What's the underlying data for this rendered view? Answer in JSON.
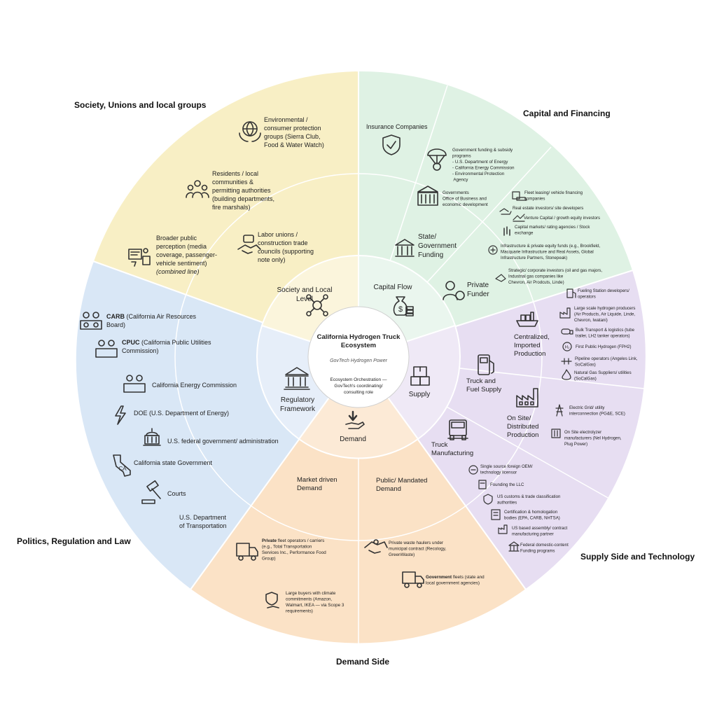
{
  "center": {
    "title": [
      "California Hydrogen Truck",
      "Ecosystem"
    ],
    "subtitle": "GovTech Hydrogen Power",
    "note": [
      "Ecosystem Orchestration —",
      "GovTech's coordinating/",
      "consulting role"
    ]
  },
  "inner_ring": {
    "society": [
      "Society and Local",
      "Level"
    ],
    "capital": [
      "Capital Flow"
    ],
    "supply": [
      "Supply"
    ],
    "demand": [
      "Demand"
    ],
    "regulatory": [
      "Regulatory",
      "Framework"
    ]
  },
  "middle_ring": {
    "state_funding": [
      "State/",
      "Government",
      "Funding"
    ],
    "private_funder": [
      "Private",
      "Funder"
    ],
    "centralized": [
      "Centralized,",
      "Imported",
      "Production"
    ],
    "truck_fuel": [
      "Truck and",
      "Fuel Supply"
    ],
    "onsite": [
      "On Site/",
      "Distributed",
      "Production"
    ],
    "truck_manufacturing": [
      "Truck",
      "Manufacturing"
    ],
    "public_demand": [
      "Public/ Mandated",
      "Demand"
    ],
    "market_demand": [
      "Market driven",
      "Demand"
    ]
  },
  "outer_titles": {
    "society": "Society, Unions and local groups",
    "capital": "Capital and Financing",
    "supply": "Supply Side and Technology",
    "demand": "Demand Side",
    "politics": "Politics, Regulation and Law"
  },
  "society_items": {
    "env_groups": [
      "Environmental /",
      "consumer protection",
      "groups (Sierra Club,",
      "Food & Water Watch)"
    ],
    "residents": [
      "Residents / local",
      "communities &",
      "permitting authorities",
      "(building departments,",
      "fire marshals)"
    ],
    "public_perception": [
      "Broader public",
      "perception (media",
      "coverage, passenger-",
      "vehicle sentiment)",
      "(combined line)"
    ],
    "labor_unions": [
      "Labor unions /",
      "construction trade",
      "councils (supporting",
      "note only)"
    ]
  },
  "capital_items": {
    "insurance": [
      "Insurance Companies"
    ],
    "gov_funding": [
      "Government funding & subsidy",
      "programs",
      "-     U.S. Department of Energy",
      "-     California Energy Commission",
      "-     Environmental Protection",
      "       Agency"
    ],
    "governments": [
      "Governments",
      "Office of Business and",
      "economic development"
    ],
    "fleet_leasing": [
      "Fleet leasing/ vehicle financing",
      "companies"
    ],
    "real_estate": [
      "Real estate investors/ site developers"
    ],
    "venture": [
      "Venture Capital / growth equity investors"
    ],
    "capital_markets": [
      "Capital markets/ rating agencies / Stock",
      "exchange"
    ],
    "infrastructure": [
      "Infrastructure & private equity funds (e.g., Brookfield,",
      "Macquarie Infrastructure and Real Assets, Global",
      "Infrastructure Partners, Stonepeak)"
    ],
    "strategic": [
      "Strategic/ corporate investors (oil and gas majors,",
      "Industrial gas companies like",
      "Chevron, Air Prodcuts, Linde)"
    ]
  },
  "supply_items": {
    "fueling": [
      "Fueling Station developers/",
      "operators"
    ],
    "large_scale": [
      "Large scale hydrogen producers",
      "(Air Products, Air Liquide, Linde,",
      "Chevron, Iwatani)"
    ],
    "bulk": [
      "Bulk Transport & logistics (tube",
      "trailer, LH2 tanker operators)"
    ],
    "fph2": [
      "First Public Hydrogen (FPH2)"
    ],
    "pipeline": [
      "Pipeline operators (Angeles Link,",
      "SoCalGas)"
    ],
    "natgas": [
      "Natural Gas Suppliers/ utilities",
      "(SoCalGas)"
    ],
    "electric": [
      "Electric Grid/ utility",
      "interconnection (PG&E, SCE)"
    ],
    "electrolyzer": [
      "On Site electrolyzer",
      "manufacturers (Nel Hydrogen,",
      "Plug Power)"
    ],
    "oem": [
      "Single source foreign OEM/",
      "technology licensor"
    ],
    "llc": [
      "Founding the LLC"
    ],
    "customs": [
      "US customs & trade classification",
      "authorities"
    ],
    "certification": [
      "Certification & homologation",
      "bodies (EPA, CARB, NHTSA)"
    ],
    "assembly": [
      "US based assembly/ contract",
      "manufacturing partner"
    ],
    "federal": [
      "Federal domestic-content",
      "Funding programs"
    ]
  },
  "demand_items": {
    "private_fleet_bold": "Private",
    "private_fleet": [
      " fleet operators / carriers",
      "(e.g., Total Transportation",
      "Services Inc., Performance Food",
      "Group)"
    ],
    "large_buyers": [
      "Large buyers with climate",
      "commitments (Amazon,",
      "Walmart, IKEA — via Scope 3",
      "requirements)"
    ],
    "waste_haulers": [
      "Private waste haulers under",
      "municipal contract (Recology,",
      "GreenWaste)"
    ],
    "gov_fleet_bold": "Government",
    "gov_fleet": [
      " fleets (state and",
      "local government agencies)"
    ]
  },
  "politics_items": {
    "carb_bold": "CARB",
    "carb": [
      " (California Air Resources",
      "Board)"
    ],
    "cpuc_bold": "CPUC",
    "cpuc": [
      " (California Public Utilities",
      "Commission)"
    ],
    "cec": [
      "California Energy Commission"
    ],
    "doe": [
      "DOE (U.S. Department of Energy)"
    ],
    "federal": [
      "U.S. federal government/ administration"
    ],
    "state": [
      "California state Government"
    ],
    "courts": [
      "Courts"
    ],
    "dot": [
      "U.S. Department",
      "of Transportation"
    ]
  },
  "colors": {
    "society": "#f8efc5",
    "capital": "#dff2e4",
    "supply": "#e7def2",
    "demand": "#fbe2c6",
    "politics": "#d9e7f6",
    "society_inner": "#fbf5dc",
    "capital_inner": "#eaf6ee",
    "supply_inner": "#efe9f6",
    "demand_inner": "#fcead6",
    "politics_inner": "#e6eef9"
  },
  "icons": {
    "env_groups": "hands-globe-icon",
    "residents": "community-icon",
    "public_perception": "media-icon",
    "labor_unions": "handshake-icon",
    "insurance": "shield-check-icon",
    "gov_funding": "parachute-money-icon",
    "governments": "government-building-icon",
    "state_funding": "bank-icon",
    "private_funder": "investor-icon",
    "capital_flow": "money-bag-icon",
    "society_level": "network-people-icon",
    "supply": "boxes-icon",
    "demand": "hand-arrow-icon",
    "regulatory": "courthouse-icon",
    "truck_fuel": "fuel-pump-icon",
    "centralized": "cargo-ship-icon",
    "onsite": "factory-icon",
    "truck_manufacturing": "truck-front-icon"
  }
}
